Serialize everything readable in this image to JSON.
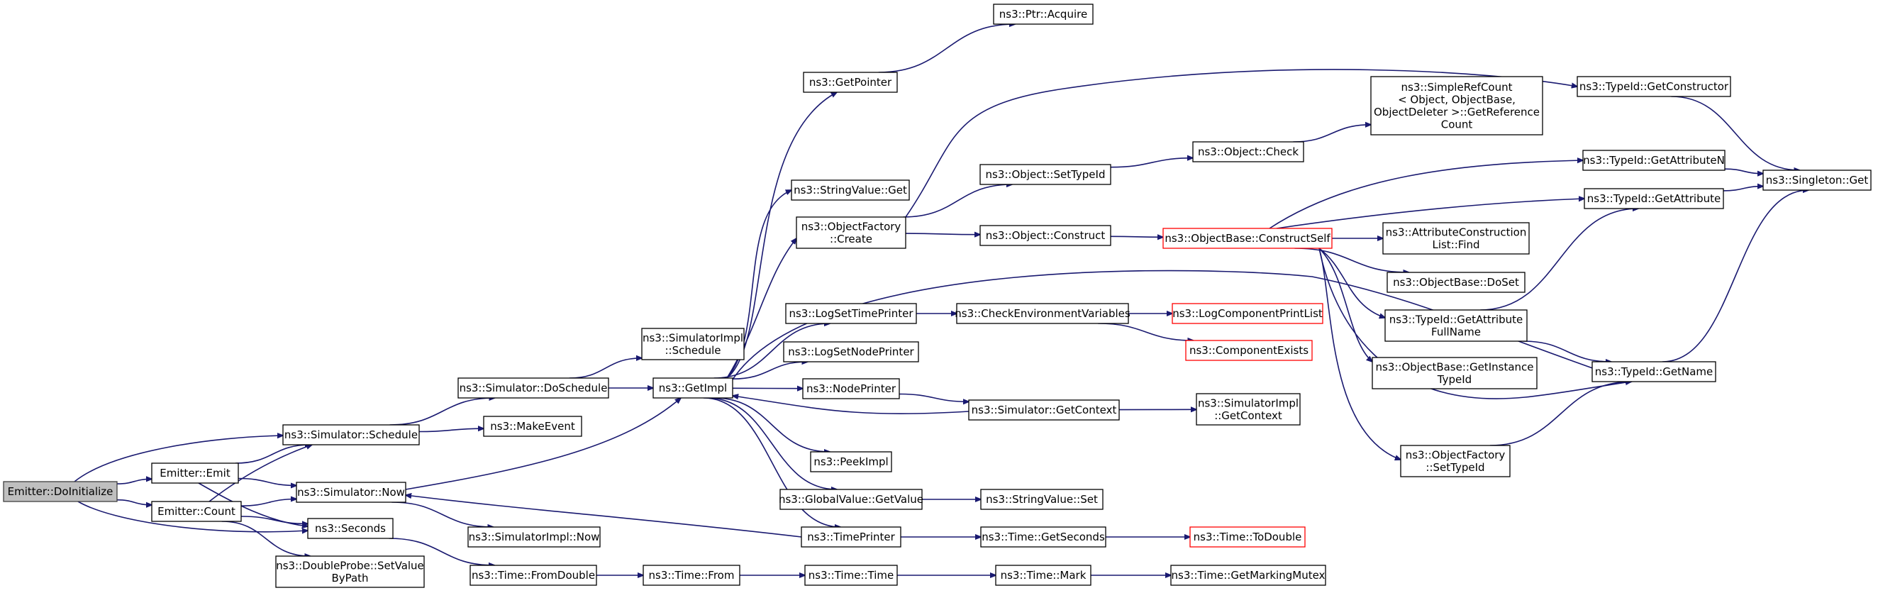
{
  "graph": {
    "nodes": {
      "n_doinit": {
        "label": [
          "Emitter::DoInitialize"
        ],
        "root": true
      },
      "n_emit": {
        "label": [
          "Emitter::Emit"
        ]
      },
      "n_count": {
        "label": [
          "Emitter::Count"
        ]
      },
      "n_schedule": {
        "label": [
          "ns3::Simulator::Schedule"
        ]
      },
      "n_now": {
        "label": [
          "ns3::Simulator::Now"
        ]
      },
      "n_seconds": {
        "label": [
          "ns3::Seconds"
        ]
      },
      "n_dblprobe": {
        "label": [
          "ns3::DoubleProbe::SetValue",
          "ByPath"
        ]
      },
      "n_doschedule": {
        "label": [
          "ns3::Simulator::DoSchedule"
        ]
      },
      "n_makeevent": {
        "label": [
          "ns3::MakeEvent"
        ]
      },
      "n_implnow": {
        "label": [
          "ns3::SimulatorImpl::Now"
        ]
      },
      "n_fromdouble": {
        "label": [
          "ns3::Time::FromDouble"
        ]
      },
      "n_implsched": {
        "label": [
          "ns3::SimulatorImpl",
          "::Schedule"
        ]
      },
      "n_getimpl": {
        "label": [
          "ns3::GetImpl"
        ]
      },
      "n_from": {
        "label": [
          "ns3::Time::From"
        ]
      },
      "n_getpointer": {
        "label": [
          "ns3::GetPointer"
        ]
      },
      "n_strget": {
        "label": [
          "ns3::StringValue::Get"
        ]
      },
      "n_ofcreate": {
        "label": [
          "ns3::ObjectFactory",
          "::Create"
        ]
      },
      "n_logsettime": {
        "label": [
          "ns3::LogSetTimePrinter"
        ]
      },
      "n_logsetnode": {
        "label": [
          "ns3::LogSetNodePrinter"
        ]
      },
      "n_nodeprinter": {
        "label": [
          "ns3::NodePrinter"
        ]
      },
      "n_peekimpl": {
        "label": [
          "ns3::PeekImpl"
        ]
      },
      "n_gvgetvalue": {
        "label": [
          "ns3::GlobalValue::GetValue"
        ]
      },
      "n_timeprinter": {
        "label": [
          "ns3::TimePrinter"
        ]
      },
      "n_timetime": {
        "label": [
          "ns3::Time::Time"
        ]
      },
      "n_acquire": {
        "label": [
          "ns3::Ptr::Acquire"
        ]
      },
      "n_settypeid": {
        "label": [
          "ns3::Object::SetTypeId"
        ]
      },
      "n_construct": {
        "label": [
          "ns3::Object::Construct"
        ]
      },
      "n_checkenv": {
        "label": [
          "ns3::CheckEnvironmentVariables"
        ]
      },
      "n_getcontext": {
        "label": [
          "ns3::Simulator::GetContext"
        ]
      },
      "n_strset": {
        "label": [
          "ns3::StringValue::Set"
        ]
      },
      "n_getseconds": {
        "label": [
          "ns3::Time::GetSeconds"
        ]
      },
      "n_mark": {
        "label": [
          "ns3::Time::Mark"
        ]
      },
      "n_objcheck": {
        "label": [
          "ns3::Object::Check"
        ]
      },
      "n_constructself": {
        "label": [
          "ns3::ObjectBase::ConstructSelf"
        ],
        "truncated": true
      },
      "n_logcompprint": {
        "label": [
          "ns3::LogComponentPrintList"
        ],
        "truncated": true
      },
      "n_compexists": {
        "label": [
          "ns3::ComponentExists"
        ],
        "truncated": true
      },
      "n_implgetctx": {
        "label": [
          "ns3::SimulatorImpl",
          "::GetContext"
        ]
      },
      "n_todouble": {
        "label": [
          "ns3::Time::ToDouble"
        ],
        "truncated": true
      },
      "n_markmutex": {
        "label": [
          "ns3::Time::GetMarkingMutex"
        ]
      },
      "n_refcount": {
        "label": [
          "ns3::SimpleRefCount",
          "< Object, ObjectBase,",
          "ObjectDeleter >::GetReference",
          "Count"
        ]
      },
      "n_acfind": {
        "label": [
          "ns3::AttributeConstruction",
          "List::Find"
        ]
      },
      "n_doset": {
        "label": [
          "ns3::ObjectBase::DoSet"
        ]
      },
      "n_attrfull": {
        "label": [
          "ns3::TypeId::GetAttribute",
          "FullName"
        ]
      },
      "n_getinst": {
        "label": [
          "ns3::ObjectBase::GetInstance",
          "TypeId"
        ]
      },
      "n_ofsettypeid": {
        "label": [
          "ns3::ObjectFactory",
          "::SetTypeId"
        ]
      },
      "n_getctor": {
        "label": [
          "ns3::TypeId::GetConstructor"
        ]
      },
      "n_getattrn": {
        "label": [
          "ns3::TypeId::GetAttributeN"
        ]
      },
      "n_getattr": {
        "label": [
          "ns3::TypeId::GetAttribute"
        ]
      },
      "n_getname": {
        "label": [
          "ns3::TypeId::GetName"
        ]
      },
      "n_singleton": {
        "label": [
          "ns3::Singleton::Get"
        ]
      }
    },
    "colors": {
      "edge": "#191970",
      "root_fill": "#bfbfbf",
      "truncated_border": "#ff0000",
      "node_border": "#000000"
    }
  }
}
